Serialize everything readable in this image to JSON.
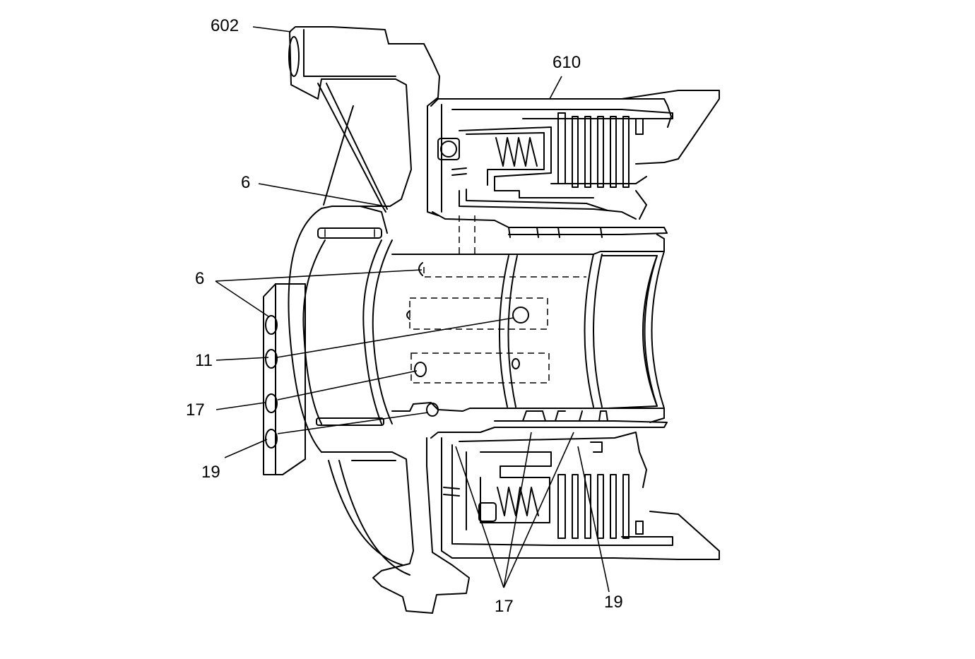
{
  "callouts": {
    "c602": "602",
    "c610": "610",
    "c6_top": "6",
    "c6_left": "6",
    "c11": "11",
    "c17_left": "17",
    "c19_left": "19",
    "c17_bottom": "17",
    "c19_bottom": "19"
  }
}
